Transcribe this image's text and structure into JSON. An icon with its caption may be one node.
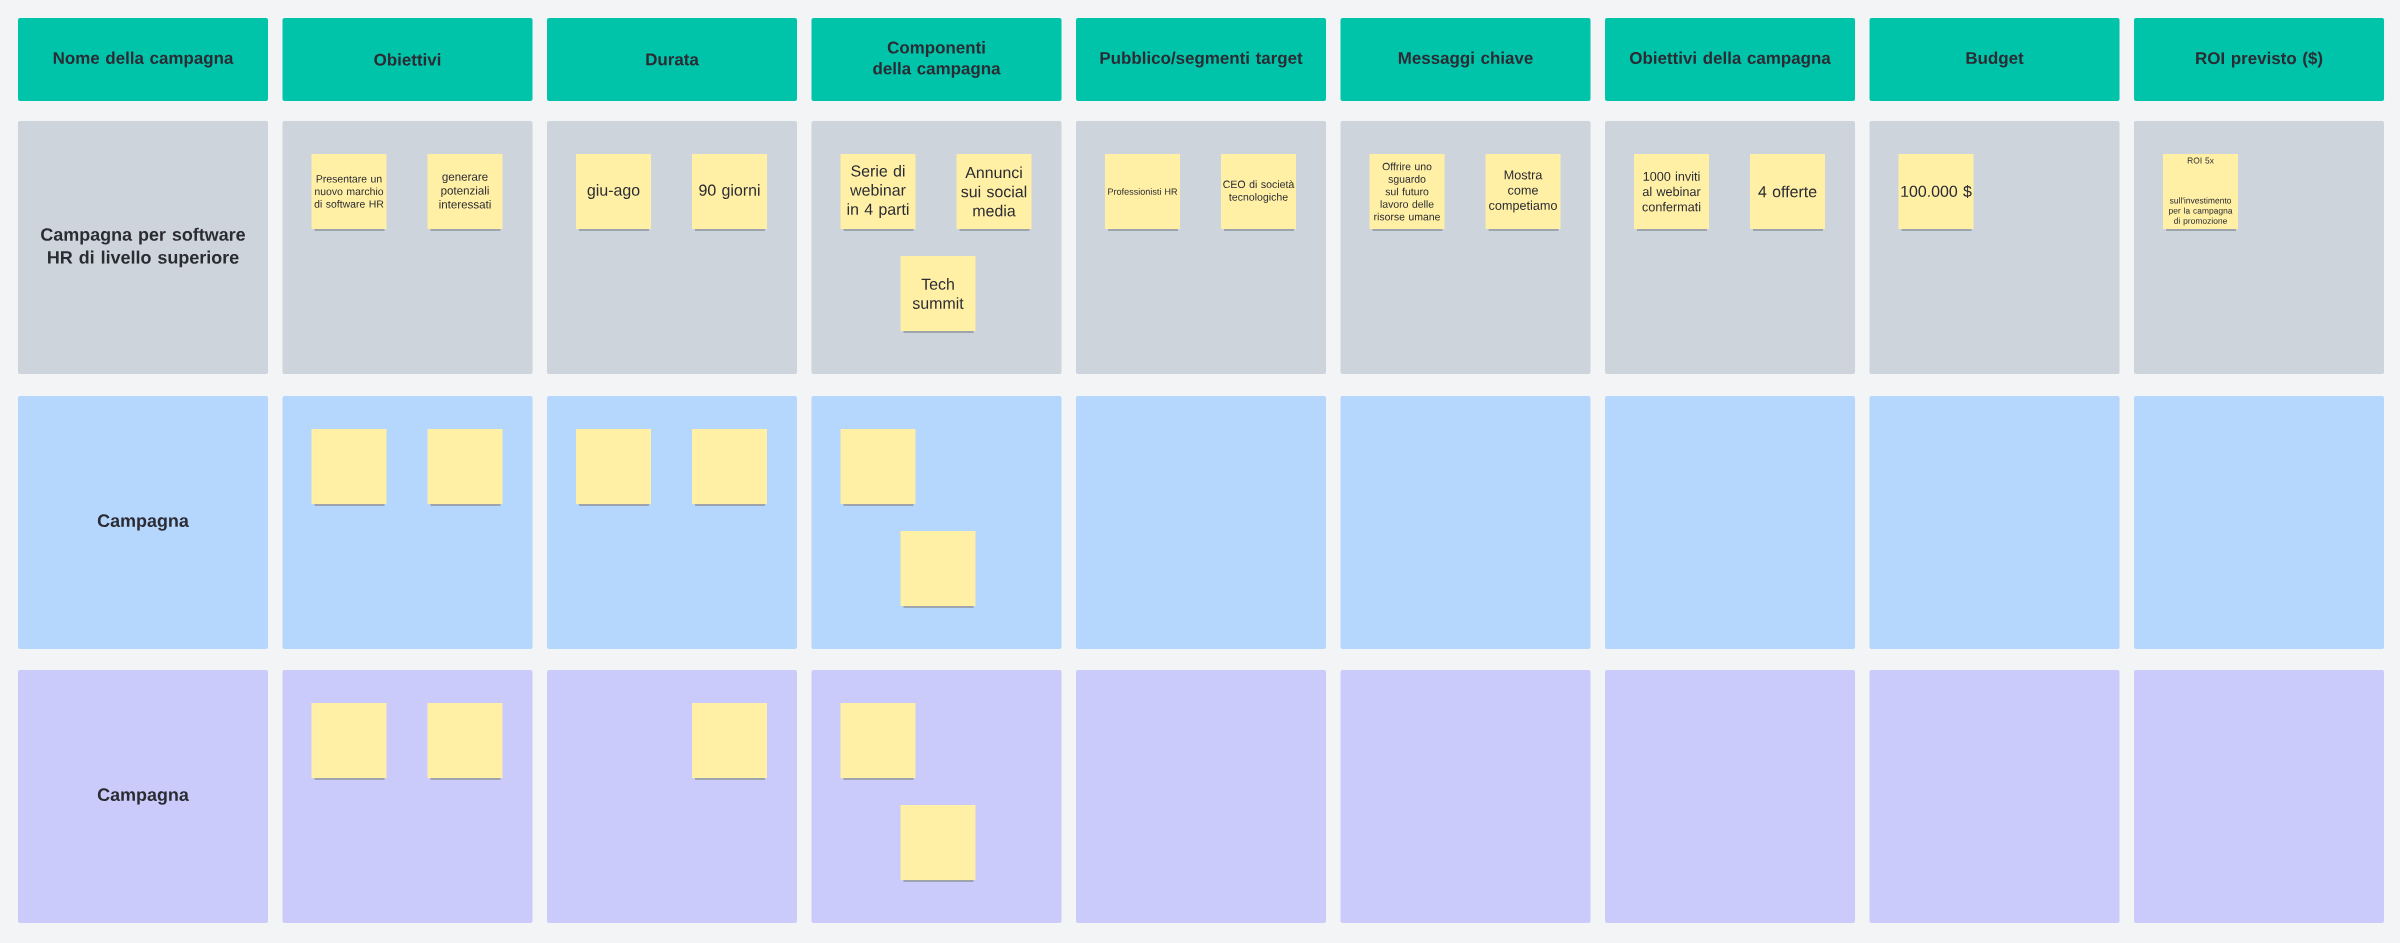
{
  "diagram": {
    "nodes": [
      {
        "text": [
          "Nome della campagna"
        ]
      },
      {
        "text": [
          "Obiettivi"
        ]
      },
      {
        "text": [
          "Durata"
        ]
      },
      {
        "text": [
          "Componenti della campagna"
        ]
      },
      {
        "text": [
          "Pubblico/segmenti target"
        ]
      },
      {
        "text": [
          "Messaggi chiave"
        ]
      },
      {
        "text": [
          "Obiettivi della campagna"
        ]
      },
      {
        "text": [
          "Budget"
        ]
      },
      {
        "text": [
          "ROI previsto ($)"
        ]
      },
      {
        "text": [
          "Campagna per software HR di livello superiore"
        ]
      },
      {
        "text": [],
        "shape": "box"
      },
      {
        "text": [
          "Presentare un nuovo marchio di software HR"
        ],
        "in": 10
      },
      {
        "text": [
          "generare potenziali interessati"
        ],
        "in": 10
      },
      {
        "text": [],
        "shape": "box"
      },
      {
        "text": [
          "giu-ago"
        ],
        "in": 13
      },
      {
        "text": [
          "90 giorni"
        ],
        "in": 13
      },
      {
        "text": [],
        "shape": "box"
      },
      {
        "text": [
          "Serie di webinar in 4 parti"
        ],
        "in": 16
      },
      {
        "text": [
          "Annunci sui social media"
        ],
        "in": 16
      },
      {
        "text": [
          "Tech summit"
        ],
        "in": 16
      },
      {
        "text": [],
        "shape": "box"
      },
      {
        "text": [
          "Professionisti HR"
        ],
        "in": 20
      },
      {
        "text": [
          "CEO di società tecnologiche"
        ],
        "in": 20
      },
      {
        "text": [],
        "shape": "box"
      },
      {
        "text": [
          "Offrire uno sguardo sul futuro lavoro delle risorse umane"
        ],
        "in": 23
      },
      {
        "text": [
          "Mostra come competiamo"
        ],
        "in": 23
      },
      {
        "text": [],
        "shape": "box"
      },
      {
        "text": [
          "1000 inviti al webinar confermati"
        ],
        "in": 26
      },
      {
        "text": [
          "4 offerte"
        ],
        "in": 26
      },
      {
        "text": [],
        "shape": "box"
      },
      {
        "text": [
          "100.000 $"
        ],
        "in": 29
      },
      {
        "text": [],
        "shape": "box"
      },
      {
        "text": [
          "ROI 5x",
          "sull'investimento per la campagna di promozione"
        ],
        "in": 31
      },
      {
        "text": [
          "Campagna"
        ]
      },
      {
        "text": [],
        "shape": "box"
      },
      {
        "text": [],
        "shape": "box",
        "in": 34
      },
      {
        "text": [],
        "shape": "box",
        "in": 34
      },
      {
        "text": [],
        "shape": "box"
      },
      {
        "text": [],
        "shape": "box",
        "in": 37
      },
      {
        "text": [],
        "shape": "box",
        "in": 37
      },
      {
        "text": [],
        "shape": "box"
      },
      {
        "text": [],
        "shape": "box",
        "in": 40
      },
      {
        "text": [],
        "shape": "box",
        "in": 40
      },
      {
        "text": [],
        "shape": "box"
      },
      {
        "text": [],
        "shape": "box"
      },
      {
        "text": [],
        "shape": "box"
      },
      {
        "text": [],
        "shape": "box"
      },
      {
        "text": [],
        "shape": "box"
      },
      {
        "text": [
          "Campagna"
        ]
      },
      {
        "text": [],
        "shape": "box"
      },
      {
        "text": [],
        "shape": "box",
        "in": 49
      },
      {
        "text": [],
        "shape": "box",
        "in": 49
      },
      {
        "text": [],
        "shape": "box"
      },
      {
        "text": [],
        "shape": "box",
        "in": 52
      },
      {
        "text": [],
        "shape": "box"
      },
      {
        "text": [],
        "shape": "box",
        "in": 54
      },
      {
        "text": [],
        "shape": "box",
        "in": 54
      },
      {
        "text": [],
        "shape": "box"
      },
      {
        "text": [],
        "shape": "box"
      },
      {
        "text": [],
        "shape": "box"
      },
      {
        "text": [],
        "shape": "box"
      },
      {
        "text": [],
        "shape": "box"
      }
    ]
  }
}
